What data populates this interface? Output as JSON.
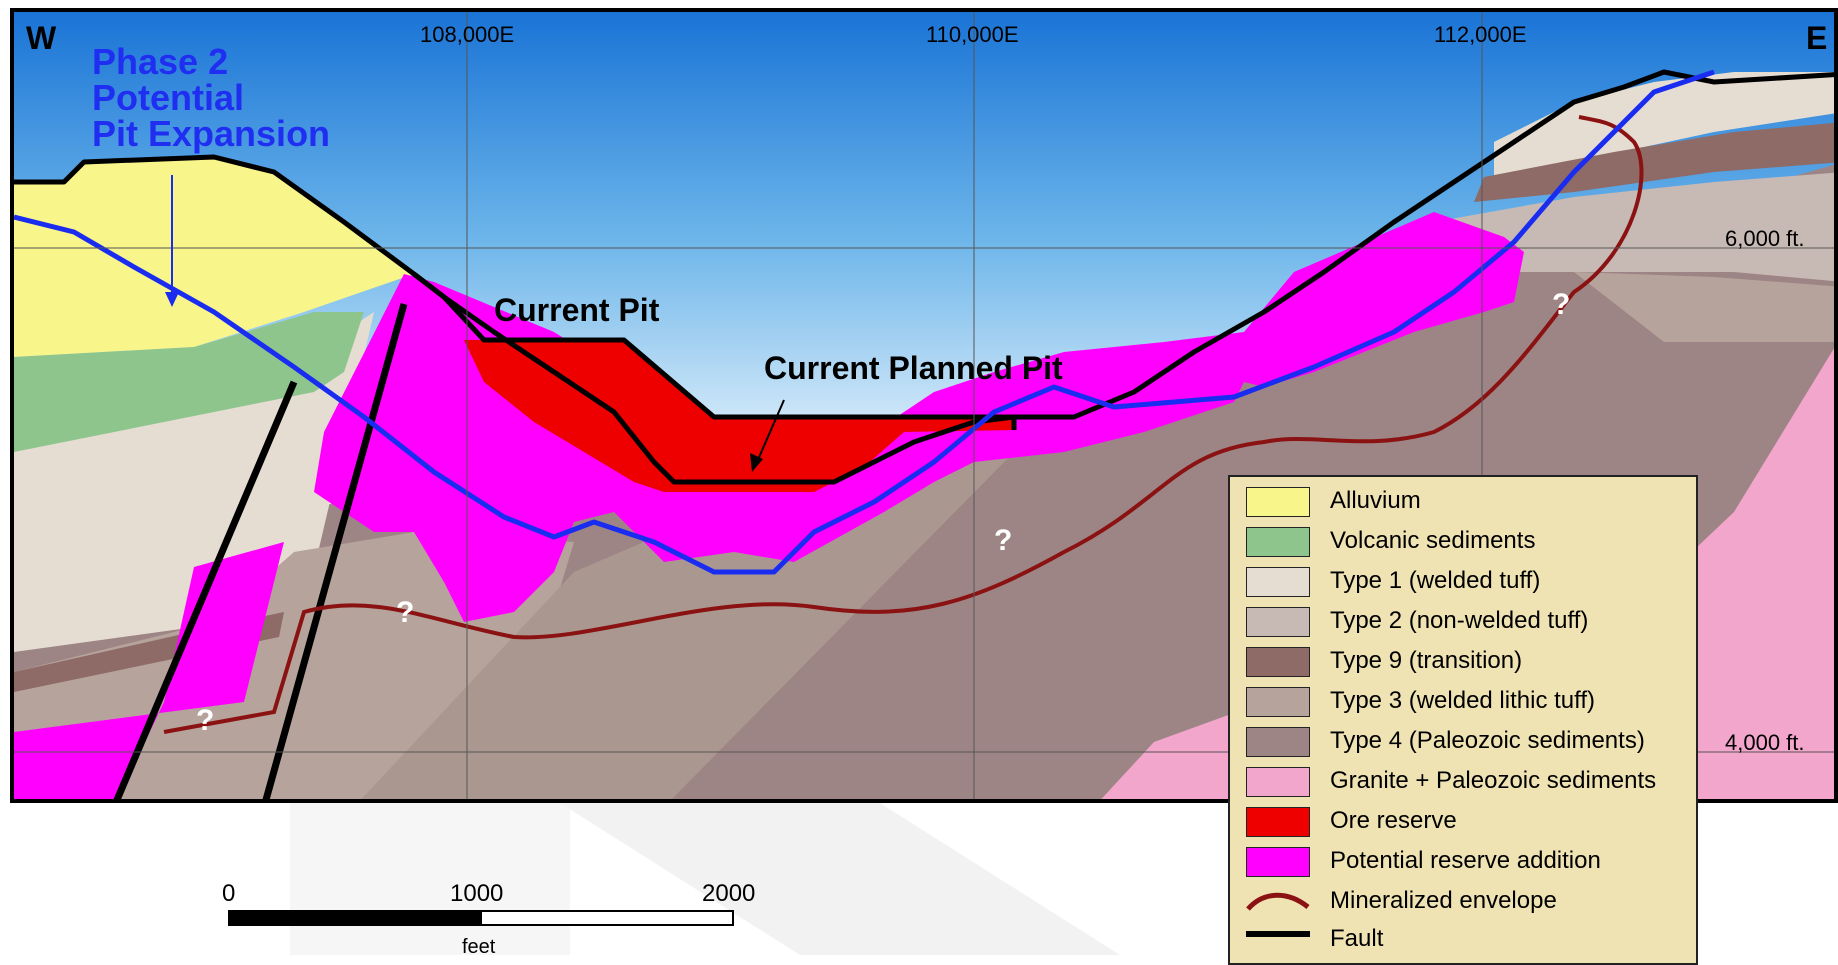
{
  "section": {
    "west_label": "W",
    "east_label": "E",
    "coordinates": [
      "108,000E",
      "110,000E",
      "112,000E"
    ],
    "elevations": [
      "6,000 ft.",
      "4,000 ft."
    ],
    "labels": {
      "current_pit": "Current Pit",
      "current_planned_pit": "Current Planned Pit",
      "phase2_line1": "Phase 2",
      "phase2_line2": "Potential",
      "phase2_line3": "Pit Expansion"
    },
    "uncertainty_mark": "?"
  },
  "legend": {
    "items": [
      {
        "label": "Alluvium",
        "color": "#f8f58a"
      },
      {
        "label": "Volcanic sediments",
        "color": "#8dc58c"
      },
      {
        "label": "Type 1 (welded tuff)",
        "color": "#e6ddd2"
      },
      {
        "label": "Type 2 (non-welded tuff)",
        "color": "#c7b9b4"
      },
      {
        "label": "Type 9 (transition)",
        "color": "#8e6b66"
      },
      {
        "label": "Type 3 (welded lithic tuff)",
        "color": "#b6a39b"
      },
      {
        "label": "Type 4 (Paleozoic sediments)",
        "color": "#9e8585"
      },
      {
        "label": "Granite + Paleozoic sediments",
        "color": "#f3a6cc"
      },
      {
        "label": "Ore reserve",
        "color": "#ee0000"
      },
      {
        "label": "Potential reserve addition",
        "color": "#ff00ff"
      },
      {
        "label": "Mineralized envelope",
        "color": "#8b1212"
      },
      {
        "label": "Fault",
        "color": "#000000"
      }
    ]
  },
  "scale": {
    "ticks": [
      "0",
      "1000",
      "2000"
    ],
    "unit": "feet"
  },
  "colors": {
    "sky_top": "#1a74d6",
    "sky_bottom": "#ffffff",
    "pit_outline": "#000000",
    "phase2_outline": "#1a2cf0"
  }
}
